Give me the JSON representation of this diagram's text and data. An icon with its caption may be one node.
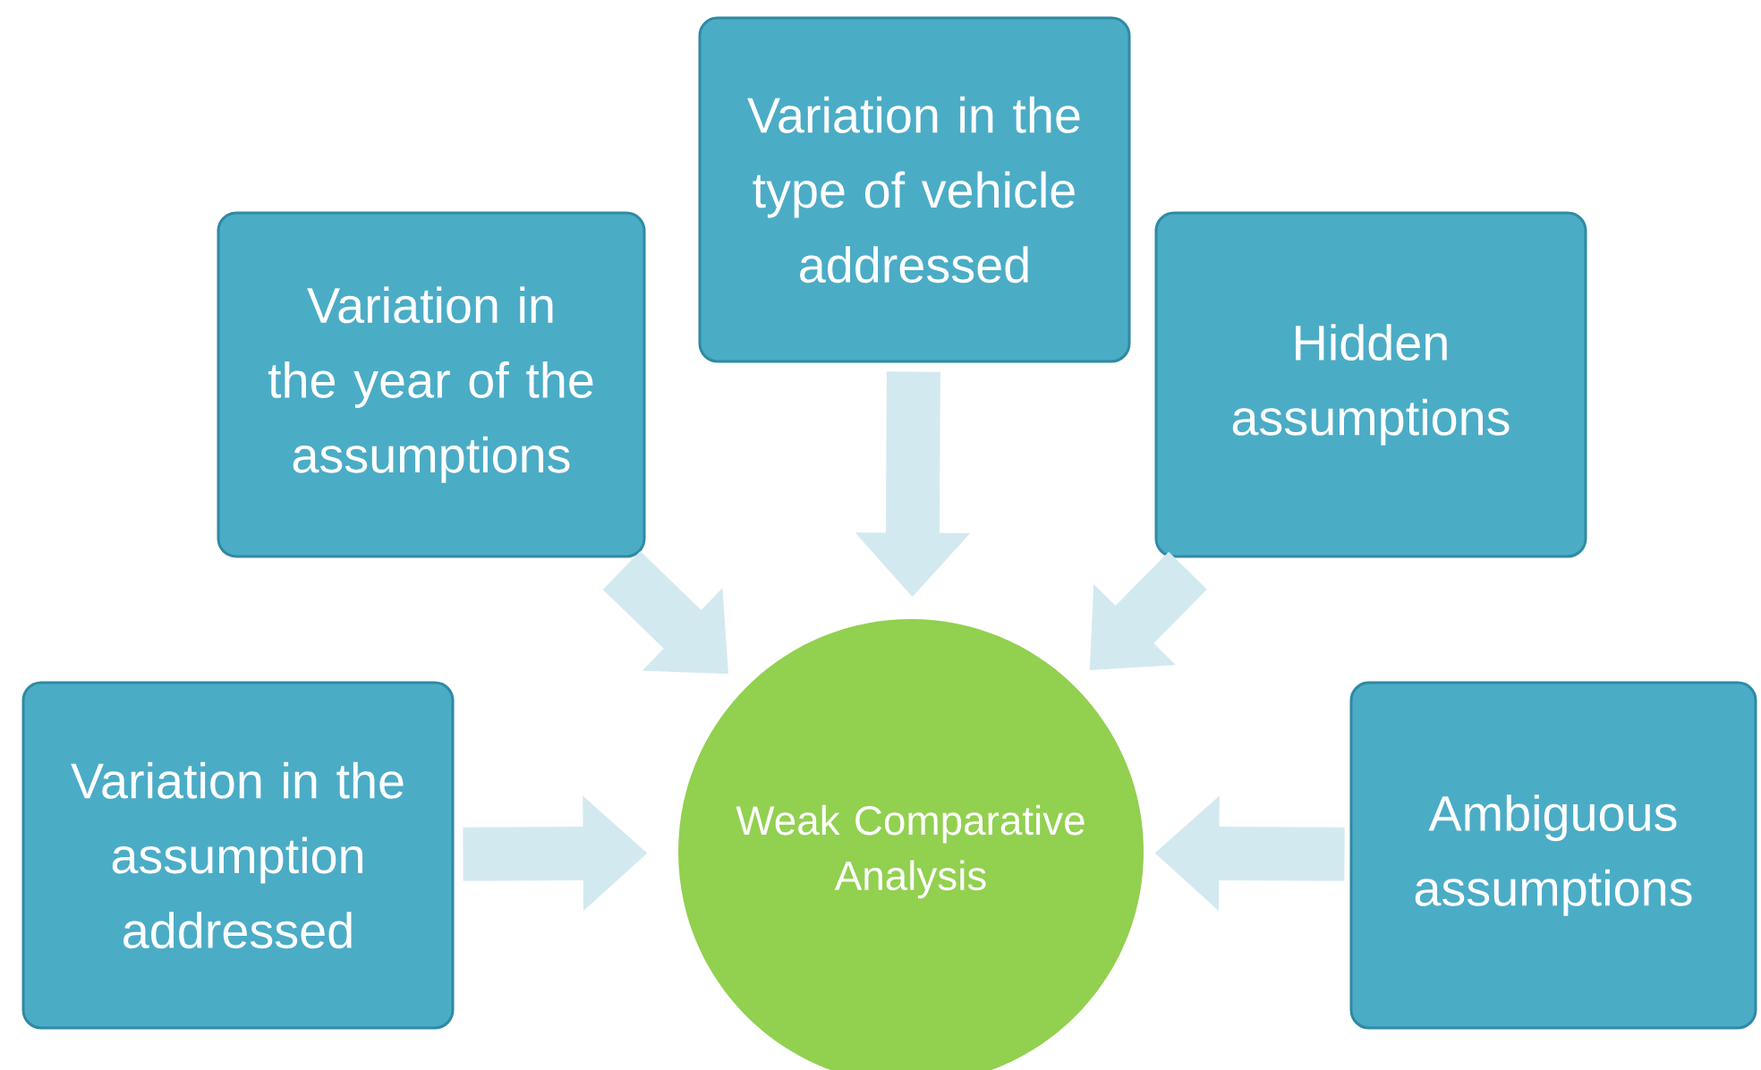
{
  "diagram": {
    "nodes": [
      {
        "text": [
          "Variation in the year of the assumptions"
        ]
      },
      {
        "text": [
          "Variation in the type of vehicle addressed"
        ]
      },
      {
        "text": [
          "Hidden assumptions"
        ]
      },
      {
        "text": [
          "Variation in the assumption addressed"
        ]
      },
      {
        "text": [
          "Ambiguous assumptions"
        ]
      },
      {
        "text": [
          "Weak Comparative Analysis"
        ]
      }
    ],
    "edges": [
      {
        "from": 0,
        "to": 5,
        "arrow": "to"
      },
      {
        "from": 1,
        "to": 5,
        "arrow": "to"
      },
      {
        "from": 2,
        "to": 5,
        "arrow": "to"
      },
      {
        "from": 3,
        "to": 5,
        "arrow": "to"
      },
      {
        "from": 4,
        "to": 5,
        "arrow": "to"
      }
    ]
  }
}
